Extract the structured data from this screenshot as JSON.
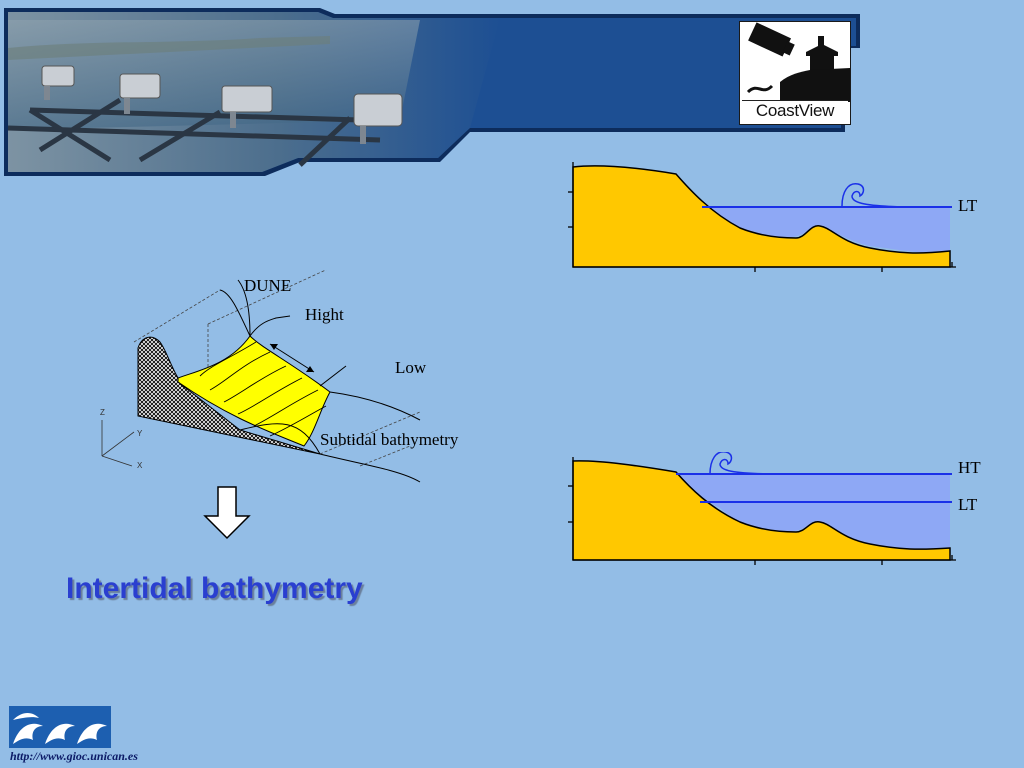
{
  "banner": {
    "logo_text": "CoastView"
  },
  "profile_3d": {
    "labels": {
      "dune": "DUNE",
      "hight": "Hight",
      "low": "Low",
      "subtidal": "Subtidal bathymetry",
      "axis_z": "Z",
      "axis_y": "Y",
      "axis_x": "X"
    }
  },
  "profile_low_tide": {
    "water_levels": [
      {
        "label": "LT"
      }
    ]
  },
  "profile_high_tide": {
    "water_levels": [
      {
        "label": "HT"
      },
      {
        "label": "LT"
      }
    ]
  },
  "caption": "Intertidal bathymetry",
  "footer": {
    "url": "http://www.gioc.unican.es"
  },
  "colors": {
    "background": "#93bde6",
    "banner_blue": "#1d4f93",
    "sand": "#ffc800",
    "water": "#8ea8f5",
    "water_line": "#1a30e8",
    "intertidal_yellow": "#ffff00",
    "caption_text": "#2a3fd0"
  }
}
